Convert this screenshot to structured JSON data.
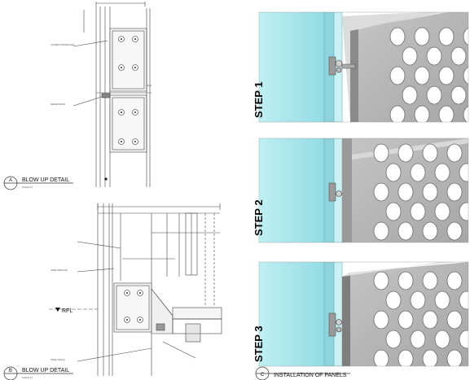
{
  "detail_a": {
    "marker": "A",
    "title": "BLOW UP DETAIL",
    "scale": "SCALE 1:5",
    "notes": [
      "CONNECTOR BRACKET",
      "REFER DETAIL"
    ]
  },
  "detail_b": {
    "marker": "B",
    "title": "BLOW UP DETAIL",
    "scale": "SCALE 1:5",
    "level": "RFL",
    "notes": [
      "STEEL BRACKET",
      "STEEL ANGLE"
    ]
  },
  "detail_c": {
    "marker": "C",
    "title": "INSTALLATION OF PANELS"
  },
  "steps": [
    "STEP 1",
    "STEP 2",
    "STEP 3"
  ],
  "colors": {
    "glass": "#aee6ec",
    "glass_dark": "#7fcfd8",
    "panel": "#b7b7b7",
    "panel_dark": "#8e8e8e",
    "line": "#333333"
  }
}
